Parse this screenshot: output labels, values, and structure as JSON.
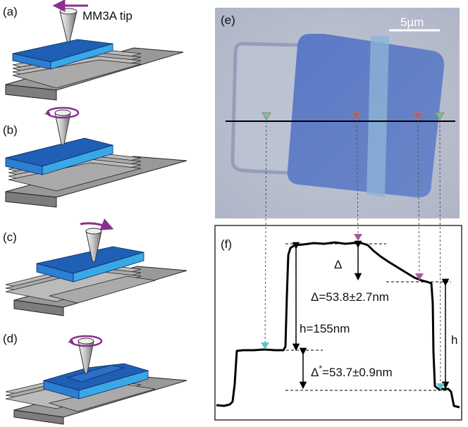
{
  "panels": {
    "a": {
      "label": "(a)",
      "tip_label": "MM3A tip",
      "motion": "translate-left"
    },
    "b": {
      "label": "(b)",
      "motion": "rotate"
    },
    "c": {
      "label": "(c)",
      "motion": "translate-right"
    },
    "d": {
      "label": "(d)",
      "motion": "rotate"
    },
    "e": {
      "label": "(e)",
      "scale_bar": "5µm"
    },
    "f": {
      "label": "(f)"
    }
  },
  "annotations": {
    "delta": "Δ",
    "delta_value": "Δ=53.8±2.7nm",
    "h_value": "h=155nm",
    "delta_star_value": "Δ*=53.7±0.9nm",
    "delta_star_prefix": "Δ",
    "delta_star_sup": "*",
    "delta_star_rest": "=53.7±0.9nm",
    "h": "h"
  },
  "colors": {
    "flake_top": "#1f5fb5",
    "flake_side": "#3aa8e6",
    "substrate": "#9a9a9a",
    "arrow_purple": "#8b2f8f",
    "marker_cyan": "#5ec6c8",
    "marker_purple": "#a8589c",
    "profile": "#000000"
  }
}
